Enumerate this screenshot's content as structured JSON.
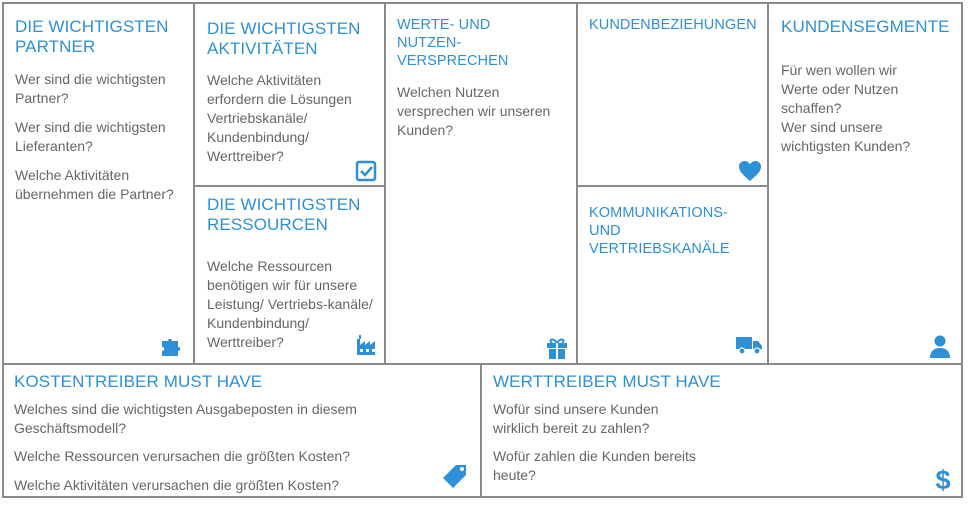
{
  "partner": {
    "title": "DIE WICHTIGSTEN PARTNER",
    "questions": [
      "Wer sind die wichtigsten Partner?",
      "Wer sind die wichtigsten Lieferanten?",
      "Welche Aktivitäten übernehmen die Partner?"
    ],
    "icon": "puzzle-icon"
  },
  "aktivitaeten": {
    "title": "DIE WICHTIGSTEN AKTIVITÄTEN",
    "question": "Welche Aktivitäten erfordern die Lösungen Vertriebskanäle/ Kundenbindung/ Werttreiber?",
    "icon": "checkbox-icon"
  },
  "ressourcen": {
    "title": "DIE WICHTIGSTEN RESSOURCEN",
    "question": "Welche Ressourcen benötigen wir für unsere Leistung/ Vertriebs-kanäle/ Kundenbindung/ Werttreiber?",
    "icon": "factory-icon"
  },
  "werte": {
    "title": "WERTE- UND NUTZEN-VERSPRECHEN",
    "question": "Welchen Nutzen versprechen wir unseren Kunden?",
    "icon": "gift-icon"
  },
  "beziehungen": {
    "title": "KUNDENBEZIEHUNGEN",
    "icon": "heart-icon"
  },
  "kanaele": {
    "title": "KOMMUNIKATIONS-UND VERTRIEBSKANÄLE",
    "icon": "truck-icon"
  },
  "segmente": {
    "title": "KUNDENSEGMENTE",
    "questions": [
      "Für wen wollen wir Werte oder Nutzen schaffen?",
      "Wer sind unsere wichtigsten Kunden?"
    ],
    "icon": "person-icon"
  },
  "kosten": {
    "title": "KOSTENTREIBER MUST HAVE",
    "questions": [
      "Welches sind die wichtigsten Ausgabeposten in diesem Geschäftsmodell?",
      "Welche Ressourcen verursachen die größten Kosten?",
      "Welche Aktivitäten verursachen die größten Kosten?"
    ],
    "icon": "price-tag-icon"
  },
  "werttreiber": {
    "title": "WERTTREIBER MUST HAVE",
    "questions": [
      "Wofür sind unsere Kunden wirklich bereit zu zahlen?",
      "Wofür zahlen die Kunden bereits heute?"
    ],
    "icon": "dollar-icon"
  },
  "colors": {
    "accent": "#2e90d6",
    "border": "#8a8a8a",
    "text": "#666666"
  }
}
